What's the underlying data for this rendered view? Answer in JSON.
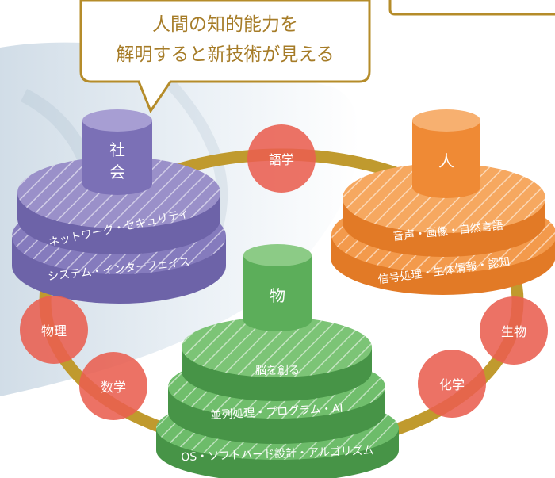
{
  "callout": {
    "line1": "人間の知的能力を",
    "line2": "解明すると新技術が見える"
  },
  "stacks": {
    "society": {
      "cap": [
        "社",
        "会"
      ],
      "tier1": "ネットワーク・セキュリティ",
      "tier2": "システム・インターフェイス",
      "color": "#7e74b8"
    },
    "human": {
      "cap": "人",
      "tier1": "音声・画像・自然言語",
      "tier2": "信号処理・生体情報・認知",
      "color": "#ef8a35"
    },
    "matter": {
      "cap": "物",
      "tier1": "脳を創る",
      "tier2": "並列処理・プログラム・AI",
      "tier3": "OS・ソフトハード設計・アルゴリズム",
      "color": "#5cae5a"
    }
  },
  "bubbles": {
    "linguistics": "語学",
    "physics": "物理",
    "mathematics": "数学",
    "chemistry": "化学",
    "biology": "生物"
  },
  "colors": {
    "ring": "#c09a2e",
    "bubble": "#e95f50",
    "callout_border": "#b58c2a",
    "callout_text": "#a67c28"
  }
}
